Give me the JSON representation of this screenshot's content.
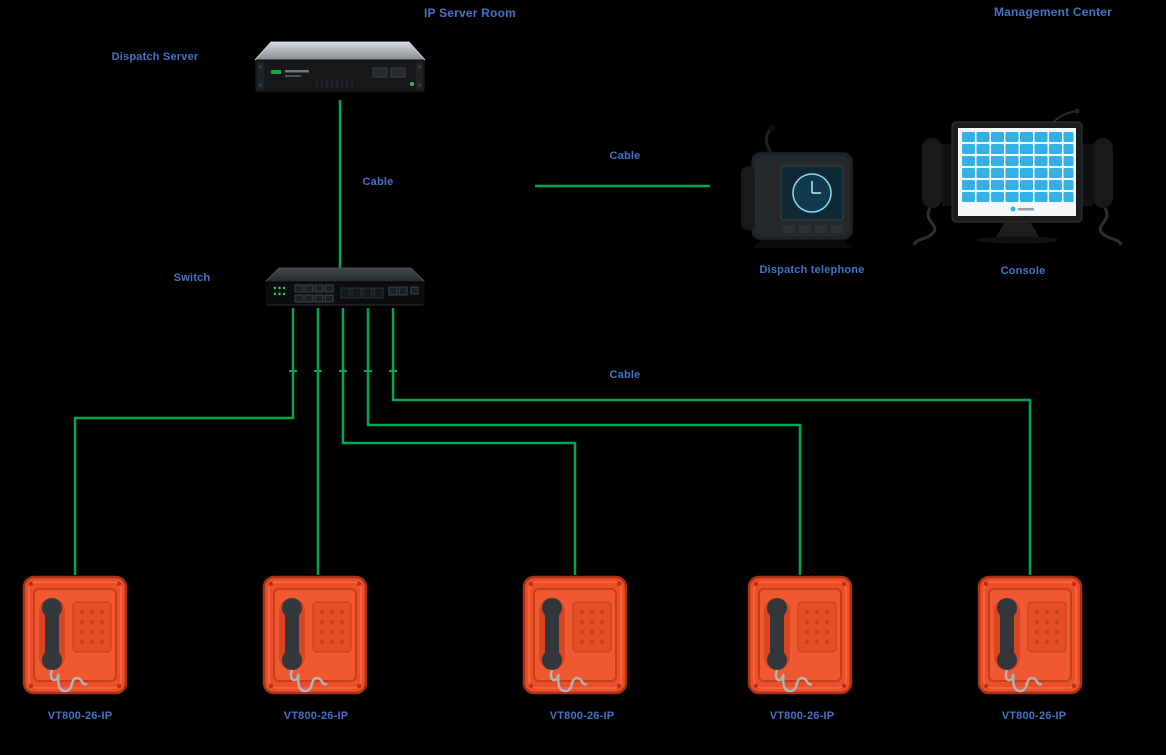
{
  "colors": {
    "background": "#000000",
    "cable_line": "#00a651",
    "label_blue": "#4472c4",
    "phone_orange": "#ed4e2a",
    "console_button_cyan": "#33b1e4"
  },
  "zones": {
    "server_room": "IP Server Room",
    "management_center": "Management Center"
  },
  "devices": {
    "dispatch_server": {
      "label": "Dispatch Server"
    },
    "switch": {
      "label": "Switch"
    },
    "dispatch_telephone": {
      "label": "Dispatch telephone"
    },
    "console": {
      "label": "Console"
    }
  },
  "cables": {
    "server_to_switch": "Cable",
    "switch_to_dispatch": "Cable",
    "switch_to_phones": "Cable"
  },
  "phones": [
    {
      "label": "VT800-26-IP"
    },
    {
      "label": "VT800-26-IP"
    },
    {
      "label": "VT800-26-IP"
    },
    {
      "label": "VT800-26-IP"
    },
    {
      "label": "VT800-26-IP"
    }
  ]
}
